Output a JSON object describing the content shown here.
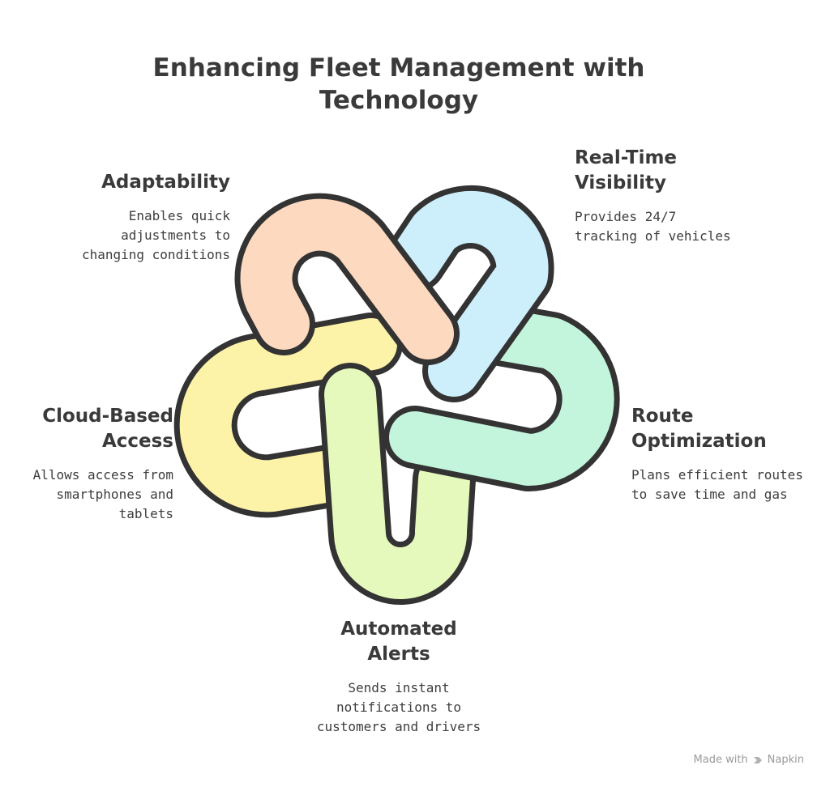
{
  "title": {
    "line1": "Enhancing Fleet Management with",
    "line2": "Technology"
  },
  "items": {
    "adaptability": {
      "heading": [
        "Adaptability"
      ],
      "desc": [
        "Enables quick",
        "adjustments to",
        "changing conditions"
      ],
      "color": "#fcd9bf"
    },
    "realtime": {
      "heading": [
        "Real-Time",
        "Visibility"
      ],
      "desc": [
        "Provides 24/7",
        "tracking of vehicles"
      ],
      "color": "#cdeefb"
    },
    "route": {
      "heading": [
        "Route",
        "Optimization"
      ],
      "desc": [
        "Plans efficient routes",
        "to save time and gas"
      ],
      "color": "#c3f5dc"
    },
    "alerts": {
      "heading": [
        "Automated",
        "Alerts"
      ],
      "desc": [
        "Sends instant",
        "notifications to",
        "customers and drivers"
      ],
      "color": "#e6f9bd"
    },
    "cloud": {
      "heading": [
        "Cloud-Based",
        "Access"
      ],
      "desc": [
        "Allows access from",
        "smartphones and",
        "tablets"
      ],
      "color": "#fdf3a8"
    }
  },
  "footer": {
    "made_with": "Made with",
    "brand": "Napkin"
  }
}
